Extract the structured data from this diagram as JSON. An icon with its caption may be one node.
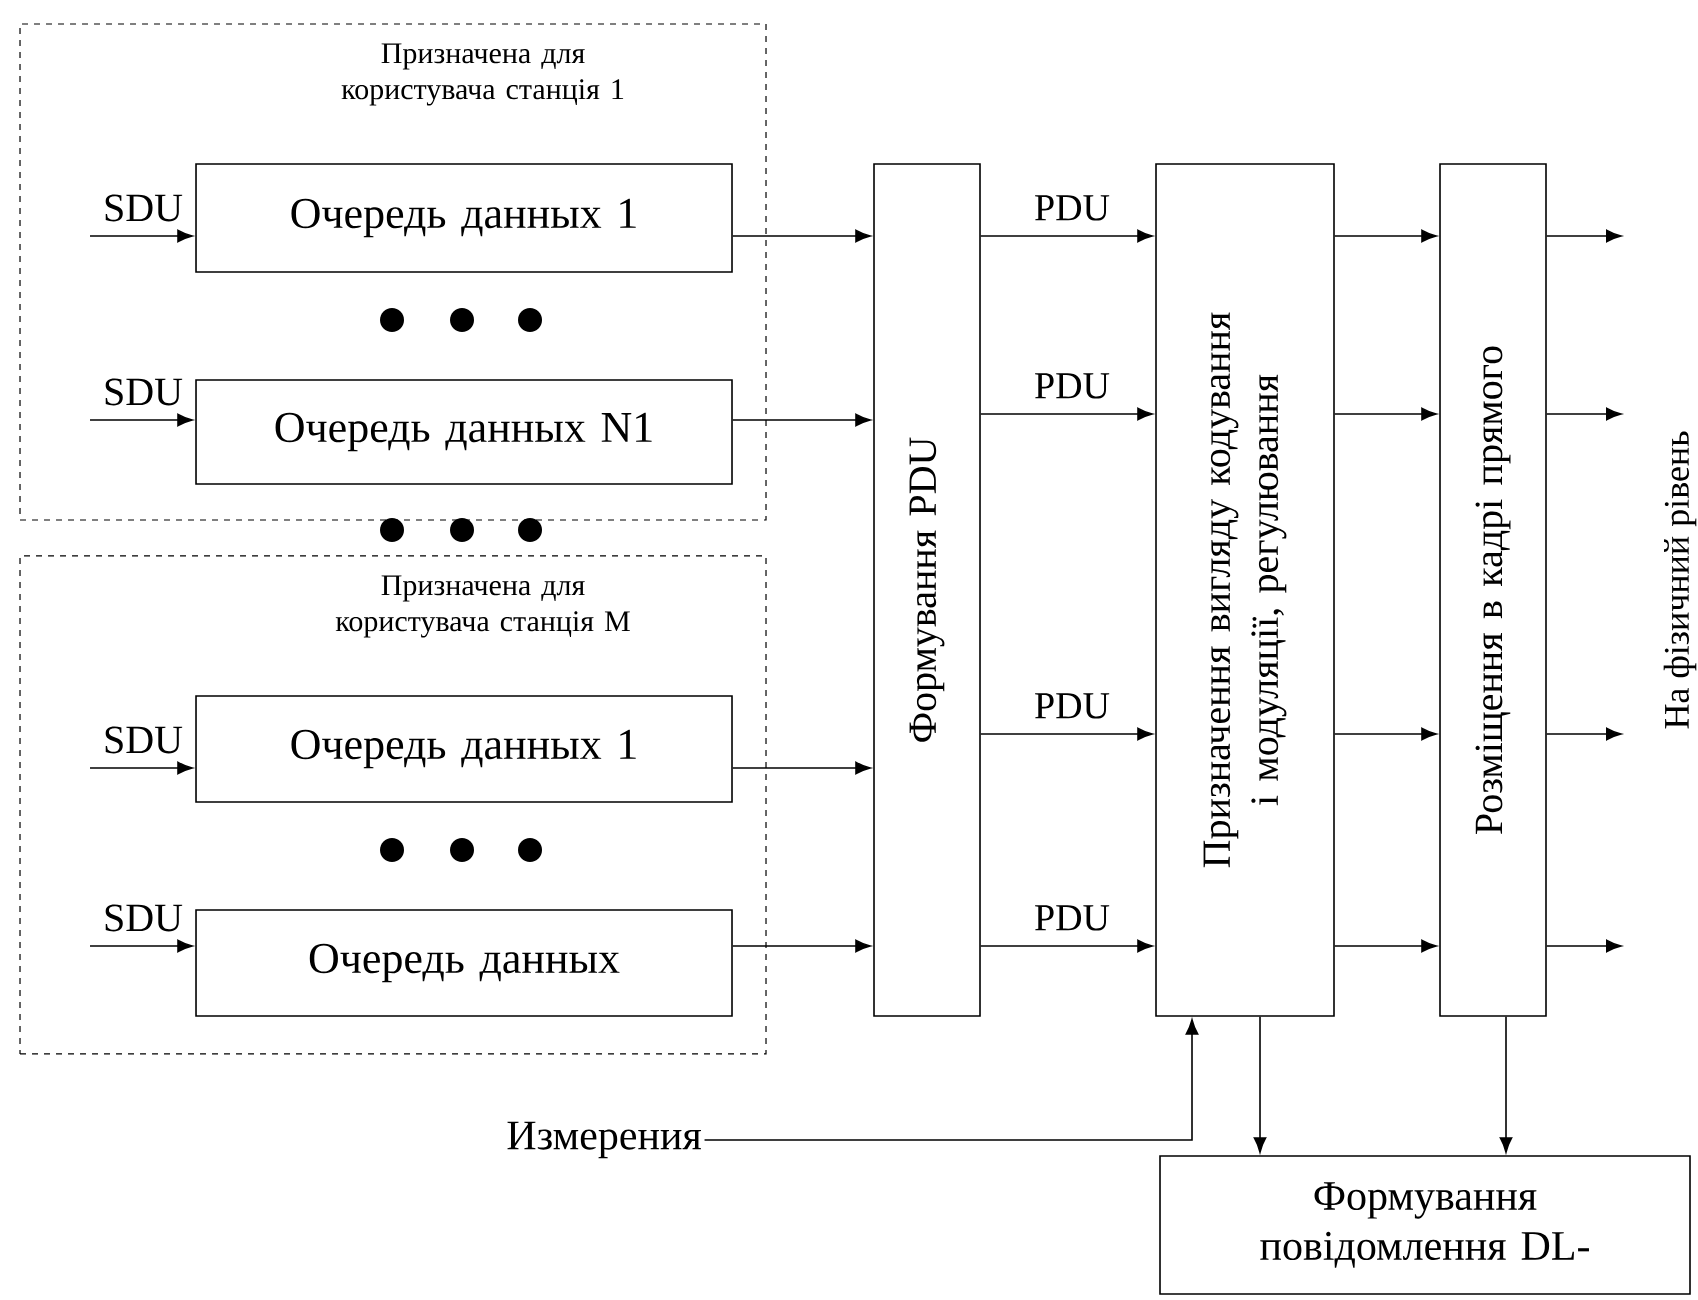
{
  "diagram": {
    "nodes": [
      {
        "text": [
          "Призначена для користувача станція 1"
        ]
      },
      {
        "text": [
          "Очередь данных 1"
        ],
        "in": 0
      },
      {
        "text": [
          "Очередь данных N1"
        ],
        "in": 0
      },
      {
        "text": [
          "Призначена для користувача станція M"
        ]
      },
      {
        "text": [
          "Очередь данных 1"
        ],
        "in": 3
      },
      {
        "text": [
          "Очередь данных"
        ],
        "in": 3
      },
      {
        "text": [
          "Формування PDU"
        ]
      },
      {
        "text": [
          "Призначення вигляду кодування і модуляції, регулювання"
        ]
      },
      {
        "text": [
          "Розміщення в кадрі прямого"
        ]
      },
      {
        "text": [
          "Формування повідомлення DL-"
        ]
      },
      {
        "text": [
          "Измерения"
        ]
      }
    ],
    "edges": [
      {
        "from": null,
        "to": 1,
        "arrow": "to",
        "label": "SDU"
      },
      {
        "from": null,
        "to": 2,
        "arrow": "to",
        "label": "SDU"
      },
      {
        "from": null,
        "to": 4,
        "arrow": "to",
        "label": "SDU"
      },
      {
        "from": null,
        "to": 5,
        "arrow": "to",
        "label": "SDU"
      },
      {
        "from": 1,
        "to": 6,
        "arrow": "to"
      },
      {
        "from": 2,
        "to": 6,
        "arrow": "to"
      },
      {
        "from": 4,
        "to": 6,
        "arrow": "to"
      },
      {
        "from": 5,
        "to": 6,
        "arrow": "to"
      },
      {
        "from": 6,
        "to": 7,
        "arrow": "to",
        "label": "PDU"
      },
      {
        "from": 6,
        "to": 7,
        "arrow": "to",
        "label": "PDU"
      },
      {
        "from": 6,
        "to": 7,
        "arrow": "to",
        "label": "PDU"
      },
      {
        "from": 6,
        "to": 7,
        "arrow": "to",
        "label": "PDU"
      },
      {
        "from": 7,
        "to": 8,
        "arrow": "to"
      },
      {
        "from": 7,
        "to": 8,
        "arrow": "to"
      },
      {
        "from": 7,
        "to": 8,
        "arrow": "to"
      },
      {
        "from": 7,
        "to": 8,
        "arrow": "to"
      },
      {
        "from": 8,
        "to": null,
        "arrow": "to"
      },
      {
        "from": 8,
        "to": null,
        "arrow": "to"
      },
      {
        "from": 8,
        "to": null,
        "arrow": "to"
      },
      {
        "from": 8,
        "to": null,
        "arrow": "to"
      },
      {
        "from": 10,
        "to": 7,
        "arrow": "to"
      },
      {
        "from": 7,
        "to": 9,
        "arrow": "to"
      },
      {
        "from": 8,
        "to": 9,
        "arrow": "to"
      }
    ],
    "labels": [
      "На фізичний рівень"
    ]
  }
}
